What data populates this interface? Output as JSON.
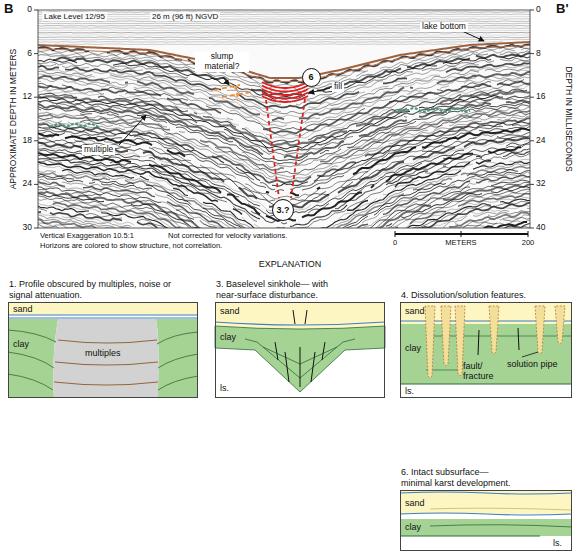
{
  "diagram": {
    "nodes": [
      {
        "text": [
          "1. Profile obscured by multiples, noise or signal attenuation.",
          "sand",
          "clay",
          "multiples"
        ]
      },
      {
        "text": [
          "3. Baselevel sinkhole— with near-surface disturbance.",
          "sand",
          "clay",
          "ls."
        ]
      },
      {
        "text": [
          "4. Dissolution/solution features.",
          "sand",
          "clay",
          "ls.",
          "solution pipe",
          "fault/ fracture"
        ]
      },
      {
        "text": [
          "6. Intact subsurface— minimal karst development.",
          "sand",
          "clay",
          "ls."
        ]
      },
      {
        "text": [
          "6"
        ]
      },
      {
        "text": [
          "3.?"
        ]
      }
    ],
    "labels": [
      "B",
      "Lake Level 12/95",
      "26 m (96 ft) NGVD",
      "B'",
      "APPROXIMATE DEPTH IN METERS",
      "0",
      "6",
      "12",
      "18",
      "24",
      "30",
      "DEPTH IN MILLISECONDS",
      "0",
      "8",
      "16",
      "24",
      "32",
      "40",
      "lake bottom",
      "slump material?",
      "fill",
      "multiple",
      "Vertical Exaggeration 10.5:1",
      "Not corrected for velocity variations.",
      "Horizons are colored to show structure, not correlation.",
      "0",
      "METERS",
      "200",
      "EXPLANATION"
    ]
  }
}
